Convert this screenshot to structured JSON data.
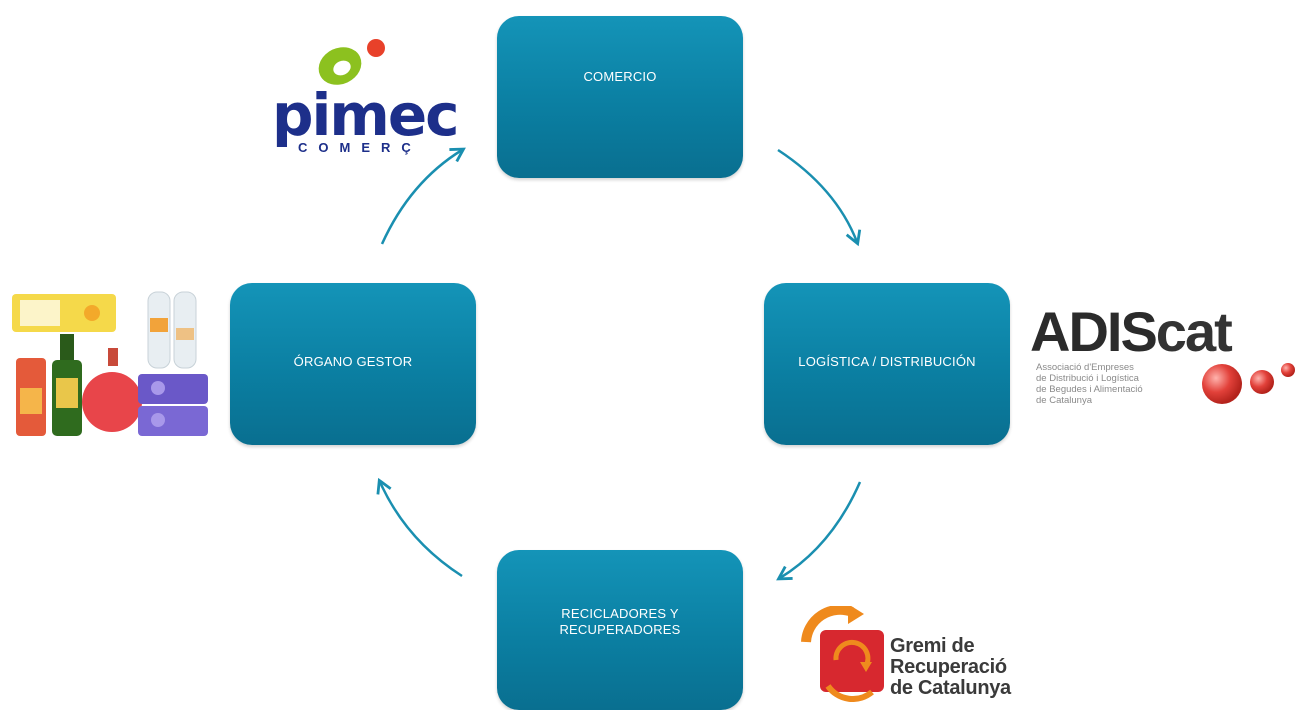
{
  "diagram": {
    "nodes": {
      "top": "COMERCIO",
      "right": "LOGÍSTICA / DISTRIBUCIÓN",
      "bottom": "RECICLADORES Y\nRECUPERADORES",
      "left": "ÓRGANO GESTOR"
    },
    "node_color": "#0b84a8",
    "arrow_color": "#1a8fb0"
  },
  "logos": {
    "pimec": {
      "name": "pimec",
      "subtitle": "COMERÇ",
      "colors": {
        "text": "#1d2f8a",
        "leaf": "#8cc11f",
        "dot": "#e8412a"
      }
    },
    "adiscat": {
      "name_a": "ADIS",
      "name_b": "cat",
      "tagline": "Associació d'Empreses\nde Distribució i Logística\nde Begudes i Alimentació\nde Catalunya",
      "sphere_color": "#e2413a"
    },
    "gremi": {
      "text": "Gremi de\nRecuperació\nde Catalunya",
      "colors": {
        "red": "#d7282f",
        "orange": "#ef8a1d"
      }
    }
  },
  "image": {
    "icon": "beverage-packaging-image"
  }
}
